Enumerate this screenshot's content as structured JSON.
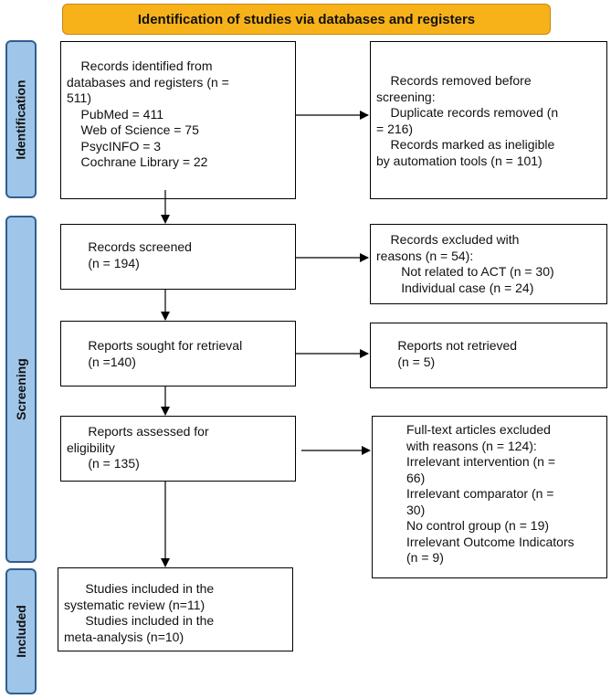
{
  "header": "Identification of studies via databases and registers",
  "phases": {
    "identification": "Identification",
    "screening": "Screening",
    "included": "Included"
  },
  "boxes": {
    "records_identified": [
      "    Records identified from",
      "databases and registers (n =",
      "511)",
      "    PubMed = 411",
      "    Web of Science = 75",
      "    PsycINFO = 3",
      "    Cochrane Library = 22"
    ],
    "records_removed": [
      "    Records removed before",
      "screening:",
      "    Duplicate records removed (n",
      "= 216)",
      "    Records marked as ineligible",
      "by automation tools (n = 101)"
    ],
    "records_screened": [
      "      Records screened",
      "      (n = 194)"
    ],
    "records_excluded": [
      "    Records excluded with",
      "reasons (n = 54):",
      "       Not related to ACT (n = 30)",
      "       Individual case (n = 24)"
    ],
    "reports_sought": [
      "      Reports sought for retrieval",
      "      (n =140)"
    ],
    "reports_not_retrieved": [
      "      Reports not retrieved",
      "      (n = 5)"
    ],
    "reports_assessed": [
      "      Reports assessed for",
      "eligibility",
      "      (n = 135)"
    ],
    "fulltext_excluded": [
      "Full-text articles excluded",
      "with reasons (n = 124):",
      "Irrelevant intervention (n =",
      "66)",
      "Irrelevant comparator (n =",
      "30)",
      "No control group (n = 19)",
      "Irrelevant Outcome Indicators",
      "(n = 9)"
    ],
    "studies_included": [
      "      Studies included in the",
      "systematic review (n=11)",
      "      Studies included in the",
      "meta-analysis (n=10)"
    ]
  }
}
